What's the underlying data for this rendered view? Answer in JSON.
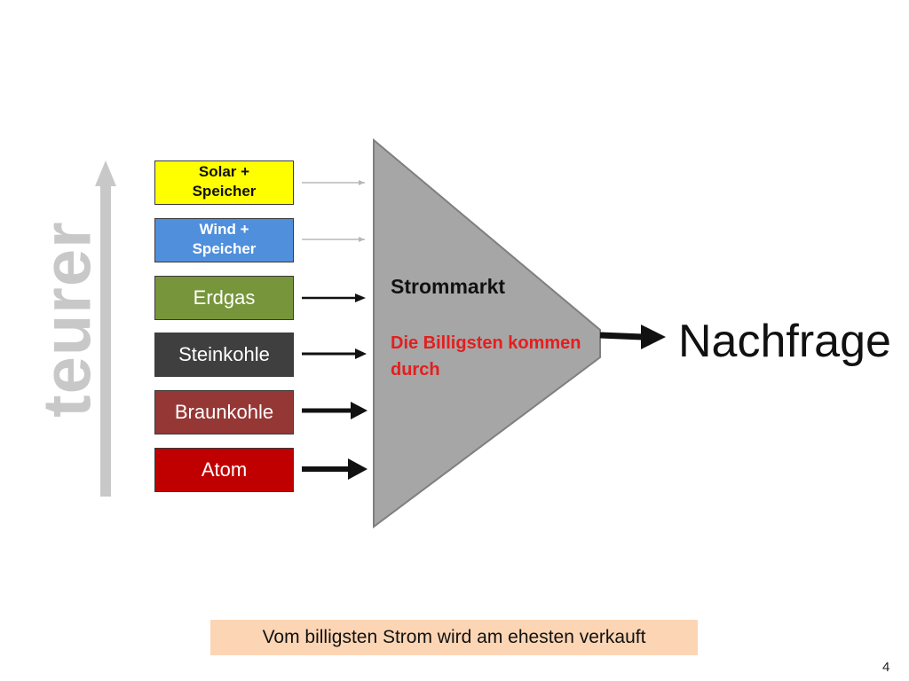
{
  "axis_label": "teurer",
  "sources": [
    {
      "label": "Solar +\nSpeicher",
      "color": "#ffff00"
    },
    {
      "label": "Wind +\nSpeicher",
      "color": "#4f8fdc"
    },
    {
      "label": "Erdgas",
      "color": "#77963b"
    },
    {
      "label": "Steinkohle",
      "color": "#3f3f3f"
    },
    {
      "label": "Braunkohle",
      "color": "#953735"
    },
    {
      "label": "Atom",
      "color": "#c00000"
    }
  ],
  "market": {
    "title": "Strommarkt",
    "subtitle": "Die Billigsten kommen durch"
  },
  "demand": "Nachfrage",
  "note": "Vom billigsten Strom wird am ehesten verkauft",
  "page_number": "4"
}
